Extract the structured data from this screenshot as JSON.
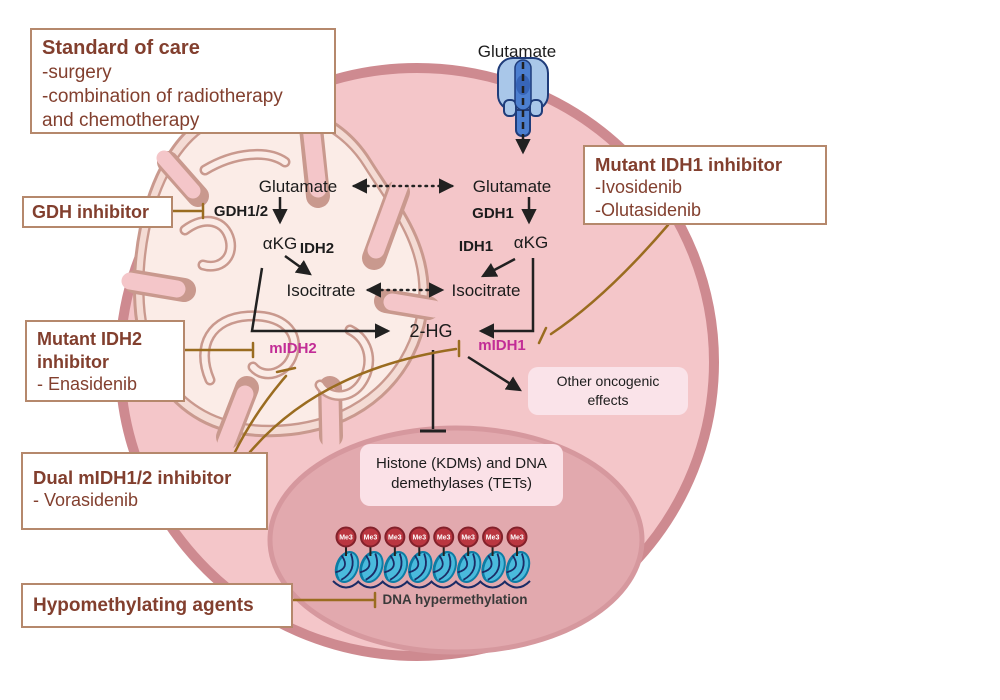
{
  "figure": {
    "type": "cell-signaling-pathway-diagram",
    "topic": "Mutant IDH1/IDH2 pathway and inhibitors"
  },
  "colors": {
    "cell_fill": "#F4C6C9",
    "cell_membrane": "#CE8A90",
    "nucleus_fill": "#E2A9AE",
    "nucleus_rim": "#D6989E",
    "mitochondrion_fill": "#F4DBD4",
    "mitochondrion_matrix": "#FBECE7",
    "mitochondrion_outline": "#C9998E",
    "box_border": "#B5886C",
    "box_text": "#823F2E",
    "inhibitor_line": "#9A6C20",
    "mutant_idh_text": "#C22C96",
    "pathway_text": "#1C1C1C",
    "nucleosome_blue": "#4ABADC",
    "nucleosome_rim": "#0D7CA4",
    "dna_strand": "#1B2C66",
    "me3_badge": "#BA3640",
    "transporter_light": "#A9C7E9",
    "transporter_dark": "#4C7FD0",
    "light_pink_box": "#FBE1E7"
  },
  "boxes": {
    "standard_of_care": {
      "title": "Standard of care",
      "lines": [
        "-surgery",
        "-combination of radiotherapy",
        "and chemotherapy"
      ]
    },
    "gdh_inhibitor": {
      "title": "GDH inhibitor"
    },
    "mutant_idh1": {
      "title": "Mutant IDH1 inhibitor",
      "lines": [
        "-Ivosidenib",
        "-Olutasidenib"
      ]
    },
    "mutant_idh2": {
      "title": "Mutant IDH2 inhibitor",
      "lines": [
        "- Enasidenib"
      ]
    },
    "dual_inhibitor": {
      "title": "Dual mIDH1/2 inhibitor",
      "lines": [
        "- Vorasidenib"
      ]
    },
    "hypomethylating": {
      "title": "Hypomethylating agents"
    }
  },
  "pathway": {
    "glutamate_extracellular": "Glutamate",
    "glutamate_mitochondrial": "Glutamate",
    "glutamate_cytosolic": "Glutamate",
    "gdh12": "GDH1/2",
    "gdh1": "GDH1",
    "akg_mitochondrial": "αKG",
    "akg_cytosolic": "αKG",
    "idh2": "IDH2",
    "idh1": "IDH1",
    "isocitrate_mitochondrial": "Isocitrate",
    "isocitrate_cytosolic": "Isocitrate",
    "two_hg": "2-HG",
    "midh2": "mIDH2",
    "midh1": "mIDH1",
    "other_oncogenic_effects": "Other oncogenic effects"
  },
  "nucleus": {
    "demethylases": "Histone (KDMs) and DNA demethylases (TETs)",
    "dna_hypermethylation": "DNA hypermethylation",
    "me3_label": "Me3",
    "nucleosome_count": 8
  }
}
